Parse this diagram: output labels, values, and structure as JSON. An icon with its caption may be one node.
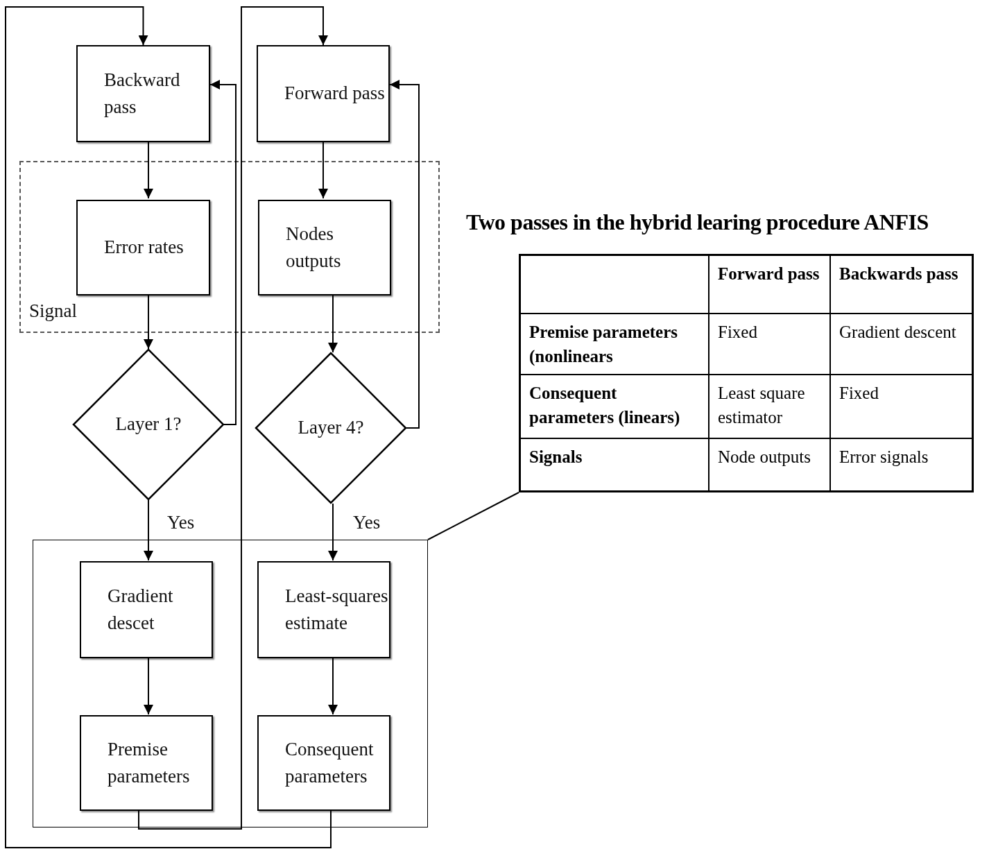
{
  "diagram": {
    "nodes": [
      {
        "text": [
          "Backward pass"
        ]
      },
      {
        "text": [
          "Forward pass"
        ]
      },
      {
        "text": [
          "Signal"
        ]
      },
      {
        "text": [
          "Error rates"
        ],
        "in": 2
      },
      {
        "text": [
          "Nodes outputs"
        ],
        "in": 2
      },
      {
        "text": [
          "Layer 1?"
        ]
      },
      {
        "text": [
          "Layer 4?"
        ]
      },
      {
        "text": [],
        "shape": "box"
      },
      {
        "text": [
          "Gradient descet"
        ],
        "in": 7
      },
      {
        "text": [
          "Least-squares estimate"
        ],
        "in": 7
      },
      {
        "text": [
          "Premise parameters"
        ],
        "in": 7
      },
      {
        "text": [
          "Consequent parameters"
        ],
        "in": 7
      },
      {
        "text": [],
        "shape": "box",
        "beside": [
          "Two passes in the hybrid learing procedure ANFIS"
        ]
      }
    ],
    "edges": [
      {
        "from": 0,
        "to": 3,
        "arrow": "to"
      },
      {
        "from": 3,
        "to": 5,
        "arrow": "to"
      },
      {
        "from": 5,
        "to": 8,
        "arrow": "to",
        "label": "Yes"
      },
      {
        "from": 8,
        "to": 10,
        "arrow": "to"
      },
      {
        "from": 10,
        "to": 1,
        "arrow": "to"
      },
      {
        "from": 5,
        "to": 0,
        "arrow": "to"
      },
      {
        "from": 1,
        "to": 4,
        "arrow": "to"
      },
      {
        "from": 4,
        "to": 6,
        "arrow": "to"
      },
      {
        "from": 6,
        "to": 9,
        "arrow": "to",
        "label": "Yes"
      },
      {
        "from": 9,
        "to": 11,
        "arrow": "to"
      },
      {
        "from": 11,
        "to": 0,
        "arrow": "to"
      },
      {
        "from": 6,
        "to": 1,
        "arrow": "to"
      },
      {
        "from": 7,
        "to": 12,
        "arrow": "none"
      }
    ],
    "labels": [
      "Forward pass",
      "Backwards pass",
      "Premise parameters (nonlinears",
      "Fixed",
      "Gradient descent",
      "Consequent parameters (linears)",
      "Least square estimator",
      "Fixed",
      "Signals",
      "Node outputs",
      "Error signals"
    ]
  }
}
